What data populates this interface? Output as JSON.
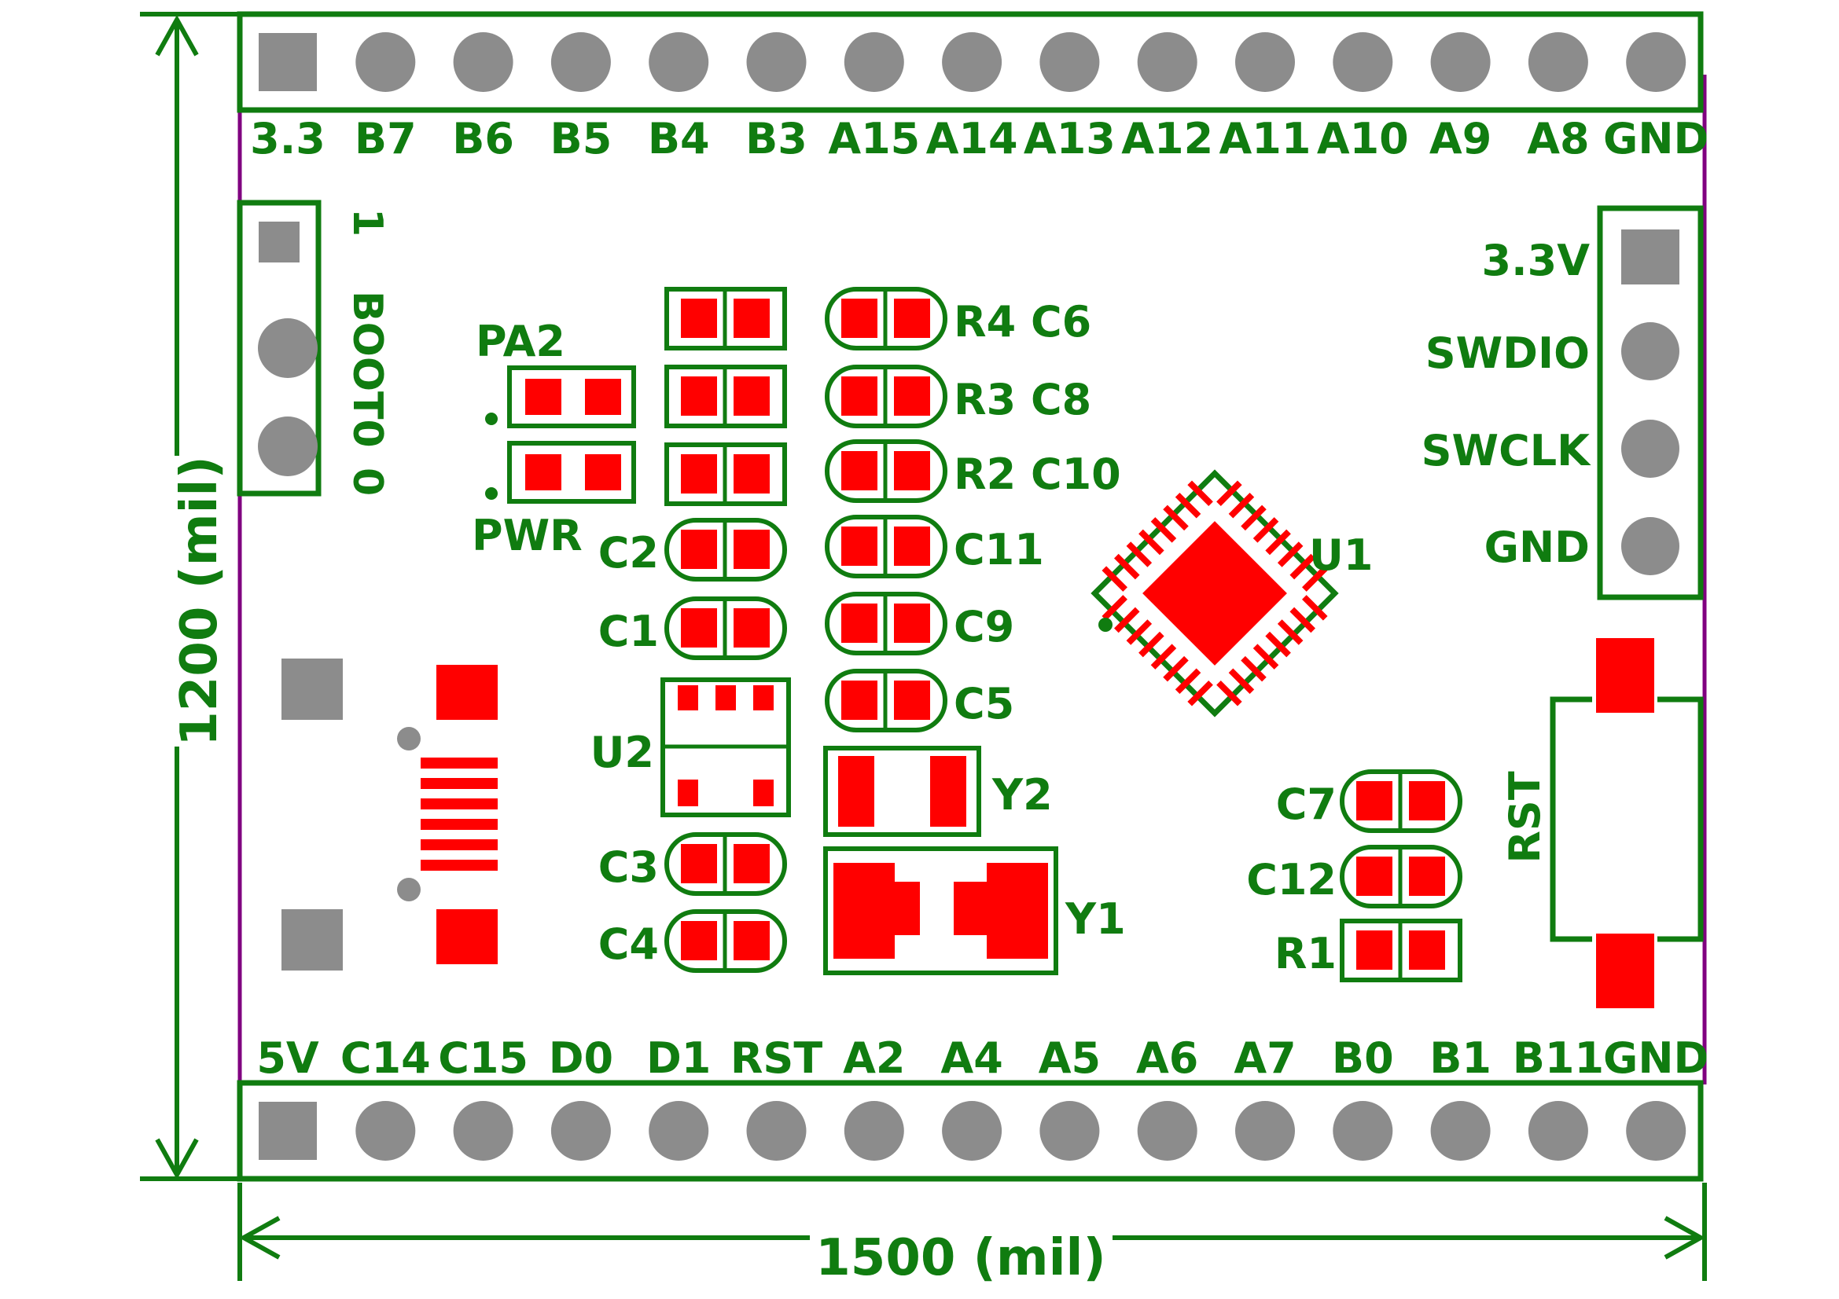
{
  "colors": {
    "silkscreen": "#107c10",
    "pad": "#ff0000",
    "through_hole": "#8c8c8c",
    "outline": "#800080",
    "background": "#ffffff"
  },
  "dimensions": {
    "width_label": "1500 (mil)",
    "height_label": "1200 (mil)"
  },
  "top_header": {
    "labels": [
      "3.3",
      "B7",
      "B6",
      "B5",
      "B4",
      "B3",
      "A15",
      "A14",
      "A13",
      "A12",
      "A11",
      "A10",
      "A9",
      "A8",
      "GND"
    ]
  },
  "bottom_header": {
    "labels": [
      "5V",
      "C14",
      "C15",
      "D0",
      "D1",
      "RST",
      "A2",
      "A4",
      "A5",
      "A6",
      "A7",
      "B0",
      "B1",
      "B11",
      "GND"
    ]
  },
  "boot_header": {
    "label": "BOOT0",
    "pin_high": "1",
    "pin_low": "0"
  },
  "swd_header": {
    "labels": [
      "3.3V",
      "SWDIO",
      "SWCLK",
      "GND"
    ]
  },
  "leds": {
    "pa2": "PA2",
    "pwr": "PWR"
  },
  "components": {
    "r4c6": "R4 C6",
    "r3c8": "R3 C8",
    "r2c10": "R2 C10",
    "c11": "C11",
    "c9": "C9",
    "c5": "C5",
    "c2": "C2",
    "c1": "C1",
    "u2": "U2",
    "c3": "C3",
    "c4": "C4",
    "y2": "Y2",
    "y1": "Y1",
    "u1": "U1",
    "c7": "C7",
    "c12": "C12",
    "r1": "R1",
    "rst": "RST"
  }
}
